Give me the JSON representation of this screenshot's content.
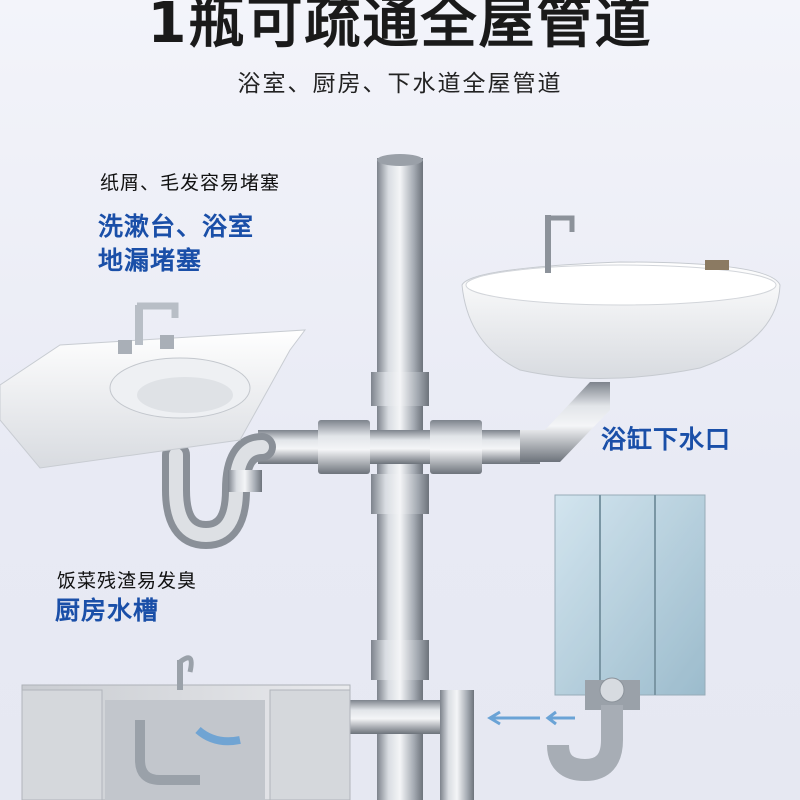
{
  "header": {
    "title": "1瓶可疏通全屋管道",
    "subtitle": "浴室、厨房、下水道全屋管道"
  },
  "callouts": {
    "washbasin_note": "纸屑、毛发容易堵塞",
    "washbasin_title_line1": "洗漱台、浴室",
    "washbasin_title_line2": "地漏堵塞",
    "bathtub_title": "浴缸下水口",
    "kitchen_note": "饭菜残渣易发臭",
    "kitchen_title": "厨房水槽"
  },
  "colors": {
    "accent_blue": "#1a4fa8",
    "pipe_steel": "#b7bcc4",
    "background": "#eceef6"
  }
}
